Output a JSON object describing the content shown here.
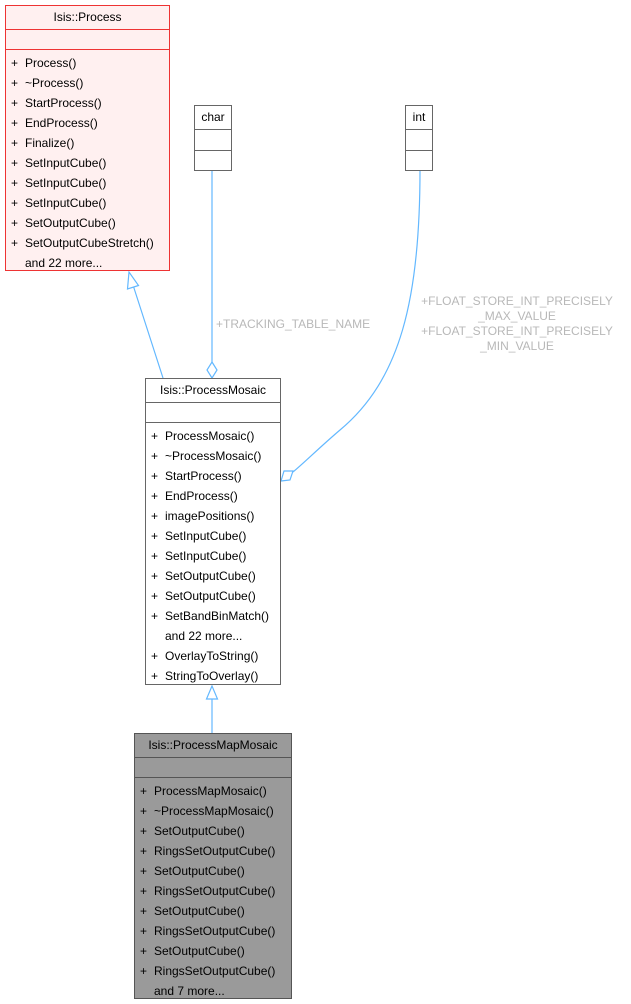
{
  "classes": {
    "process": {
      "name": "Isis::Process",
      "methods": [
        "Process()",
        "~Process()",
        "StartProcess()",
        "EndProcess()",
        "Finalize()",
        "SetInputCube()",
        "SetInputCube()",
        "SetInputCube()",
        "SetOutputCube()",
        "SetOutputCubeStretch()"
      ],
      "more": "and 22 more..."
    },
    "char": {
      "name": "char"
    },
    "int": {
      "name": "int"
    },
    "process_mosaic": {
      "name": "Isis::ProcessMosaic",
      "methods": [
        "ProcessMosaic()",
        "~ProcessMosaic()",
        "StartProcess()",
        "EndProcess()",
        "imagePositions()",
        "SetInputCube()",
        "SetInputCube()",
        "SetOutputCube()",
        "SetOutputCube()",
        "SetBandBinMatch()"
      ],
      "more": "and 22 more...",
      "methods_after": [
        "OverlayToString()",
        "StringToOverlay()"
      ]
    },
    "process_map_mosaic": {
      "name": "Isis::ProcessMapMosaic",
      "methods": [
        "ProcessMapMosaic()",
        "~ProcessMapMosaic()",
        "SetOutputCube()",
        "RingsSetOutputCube()",
        "SetOutputCube()",
        "RingsSetOutputCube()",
        "SetOutputCube()",
        "RingsSetOutputCube()",
        "SetOutputCube()",
        "RingsSetOutputCube()"
      ],
      "more": "and 7 more..."
    }
  },
  "edge_labels": {
    "tracking": "+TRACKING_TABLE_NAME",
    "float_max_1": "+FLOAT_STORE_INT_PRECISELY",
    "float_max_2": "_MAX_VALUE",
    "float_min_1": "+FLOAT_STORE_INT_PRECISELY",
    "float_min_2": "_MIN_VALUE"
  },
  "plus": "+",
  "colors": {
    "edge": "#63b8ff",
    "label": "#b8b8b8"
  }
}
